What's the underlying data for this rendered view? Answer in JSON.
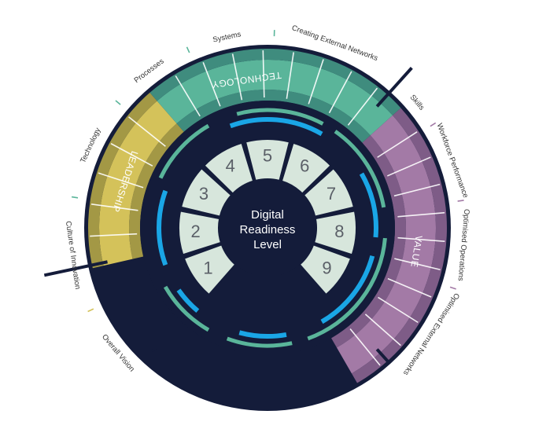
{
  "center_label": [
    "Digital",
    "Readiness",
    "Level"
  ],
  "levels": [
    "1",
    "2",
    "3",
    "4",
    "5",
    "6",
    "7",
    "8",
    "9"
  ],
  "sectors": [
    {
      "label": "LEADERSHIP",
      "color": "#d4c25a",
      "dark": "#a39845"
    },
    {
      "label": "TECHNOLOGY",
      "color": "#5ab59a",
      "dark": "#3f8c7e"
    },
    {
      "label": "VALUE",
      "color": "#a37aa6",
      "dark": "#7e5c87"
    }
  ],
  "outer_labels": {
    "leadership": [
      "Overall Vision",
      "Culture of Innovation"
    ],
    "technology": [
      "Technology",
      "Processes",
      "Systems",
      "Creating External Networks"
    ],
    "value": [
      "Skills",
      "Workforce Performance",
      "Optimised Operations",
      "Optimised External Networks"
    ]
  },
  "colors": {
    "navy": "#141c3a",
    "segment": "#d7e6dc",
    "blue_arc": "#1aa6e6",
    "green_arc": "#5ab59a",
    "text": "#333333"
  }
}
